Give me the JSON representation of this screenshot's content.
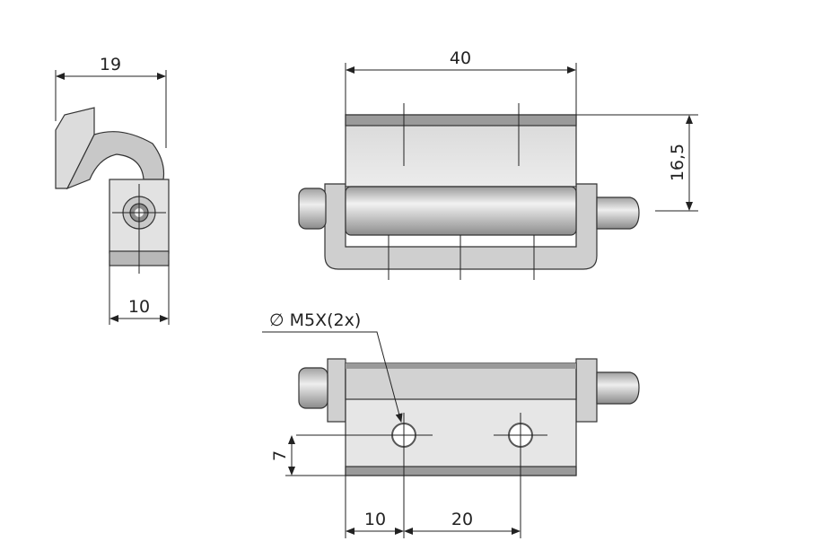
{
  "drawing": {
    "side_view": {
      "width_label": "19",
      "block_label": "10"
    },
    "top_view": {
      "length_label": "40",
      "height_label": "16,5"
    },
    "bottom_view": {
      "hole_callout": "∅ M5X(2x)",
      "hole_offset_label": "7",
      "edge_to_hole_label": "10",
      "hole_spacing_label": "20"
    }
  },
  "colors": {
    "body_light": "#e4e4e4",
    "body_mid": "#c4c4c4",
    "body_dark": "#8a8a8a",
    "line": "#222222"
  }
}
